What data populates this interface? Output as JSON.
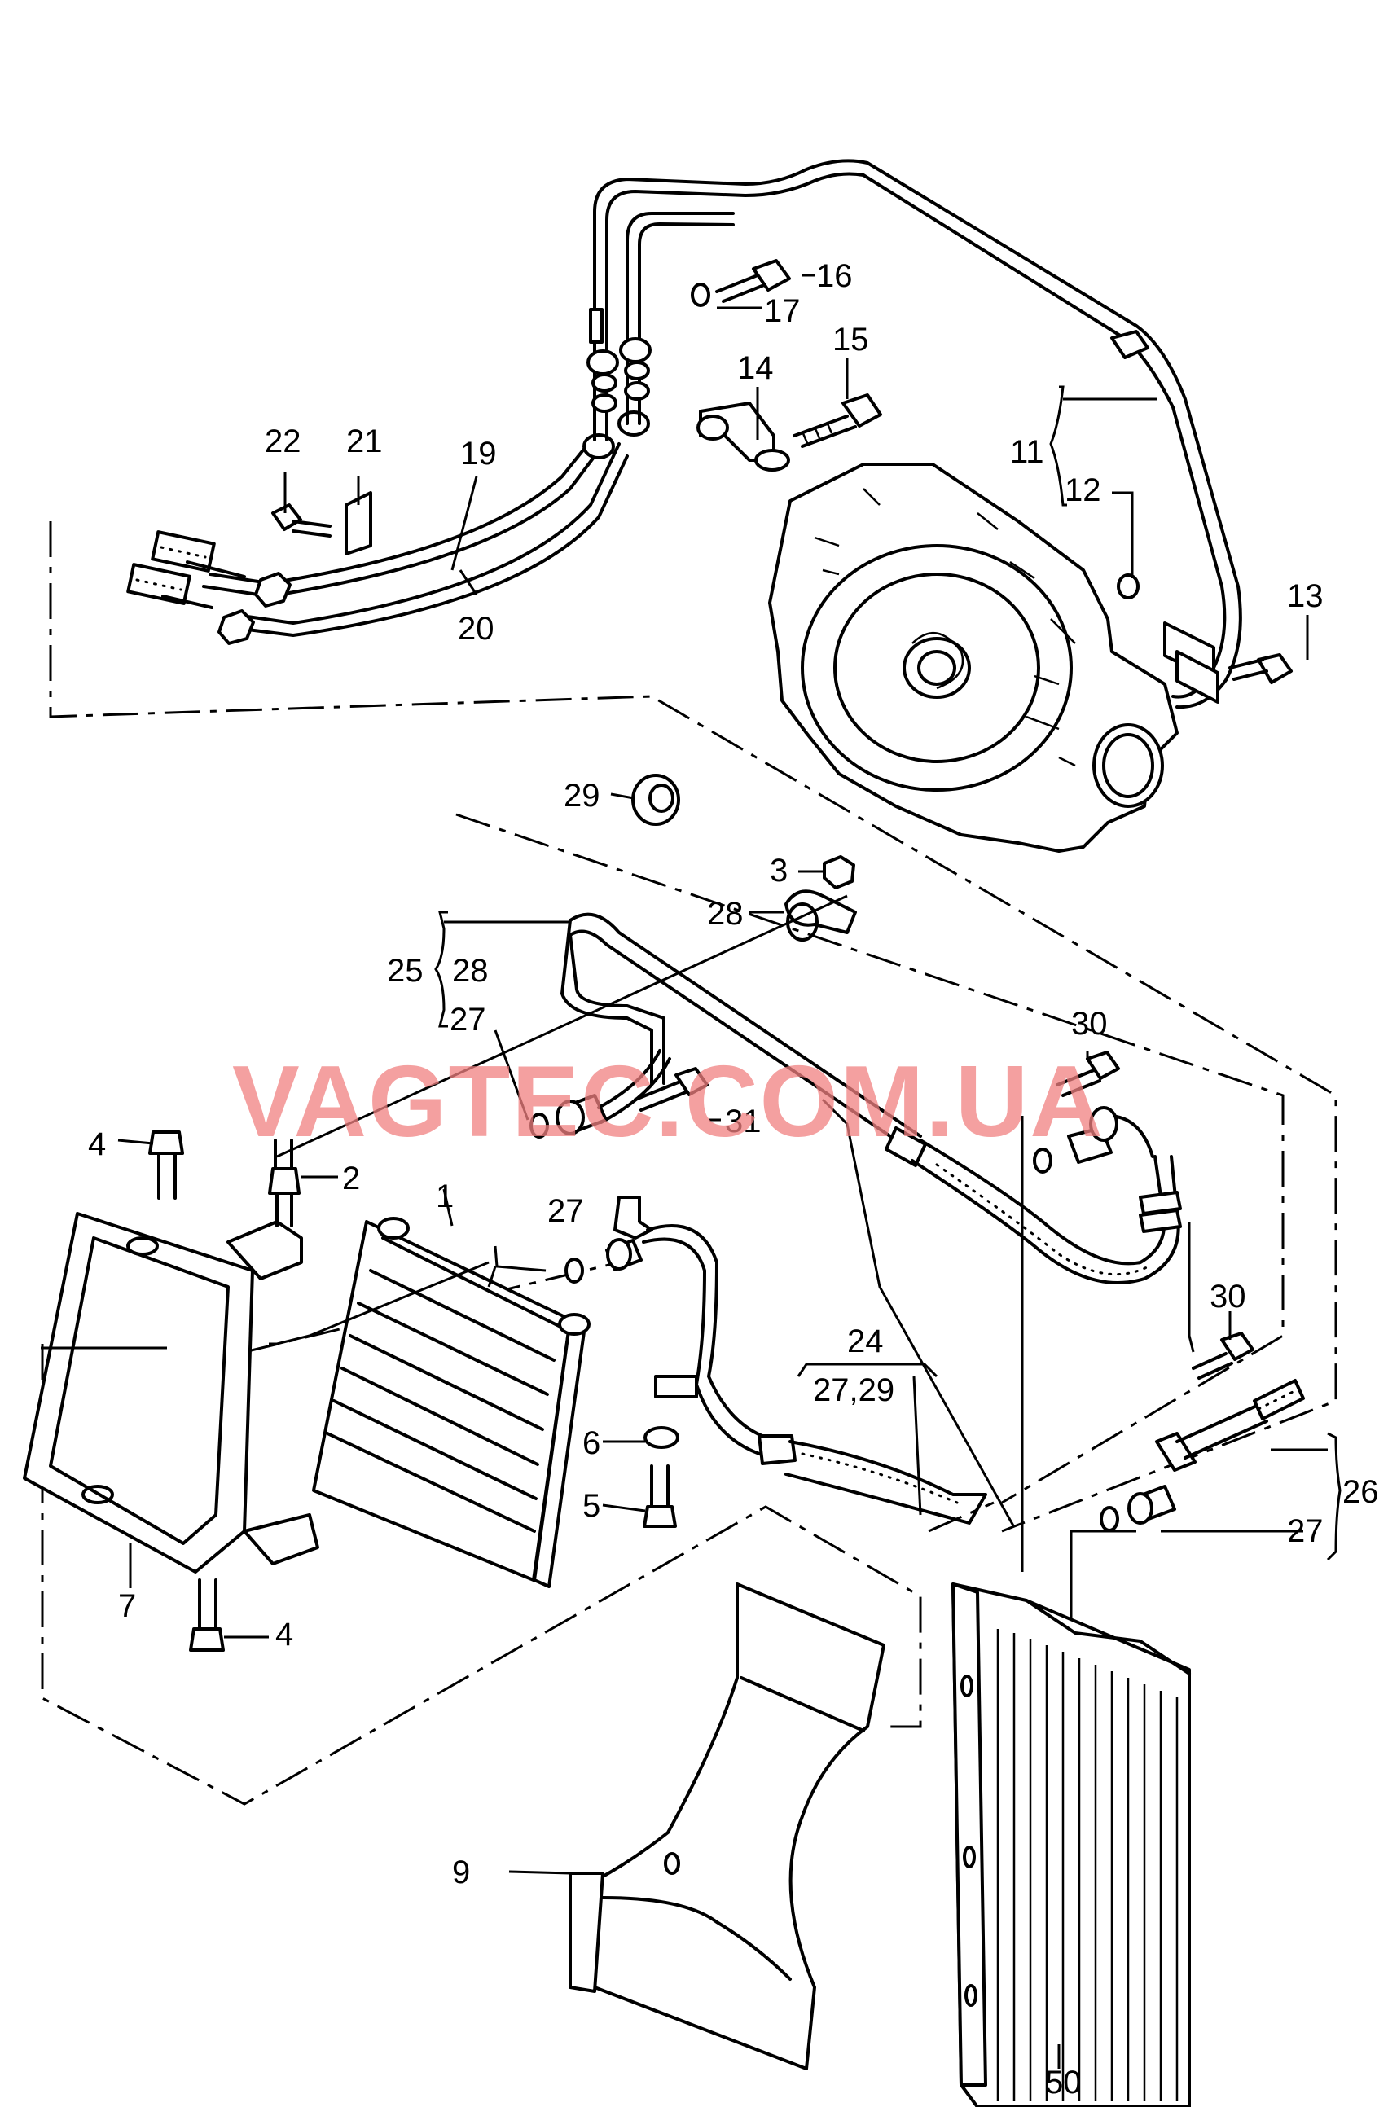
{
  "watermark": "VAGTEC.COM.UA",
  "labels": {
    "l1": "1",
    "l2": "2",
    "l3": "3",
    "l4a": "4",
    "l4b": "4",
    "l5": "5",
    "l6": "6",
    "l7": "7",
    "l9": "9",
    "l11": "11",
    "l12": "12",
    "l13": "13",
    "l14": "14",
    "l15": "15",
    "l16": "16",
    "l17": "17",
    "l19": "19",
    "l20": "20",
    "l21": "21",
    "l22": "22",
    "l24": "24",
    "l24sub": "27,29",
    "l25": "25",
    "l25a": "28",
    "l25b": "27",
    "l26": "26",
    "l27a": "27",
    "l27b": "27",
    "l28": "28",
    "l29": "29",
    "l30a": "30",
    "l30b": "30",
    "l31": "31",
    "l50": "50"
  }
}
